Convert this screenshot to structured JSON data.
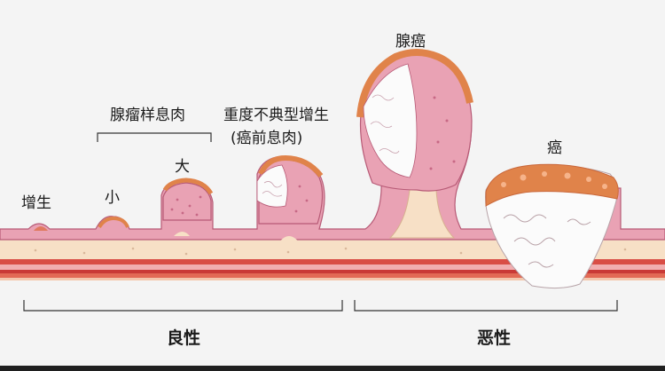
{
  "labels": {
    "hyperplasia": "增生",
    "adenomatous_polyp": "腺瘤样息肉",
    "small": "小",
    "large": "大",
    "severe_dysplasia": "重度不典型增生",
    "precancerous_polyp": "(癌前息肉)",
    "adenocarcinoma": "腺癌",
    "carcinoma": "癌",
    "benign": "良性",
    "malignant": "恶性"
  },
  "colors": {
    "background": "#f4f4f4",
    "mucosa": "#e9a2b4",
    "mucosa_edge": "#b75a76",
    "submucosa": "#f7e0c6",
    "muscle_red": "#cc3e3a",
    "muscle_pink": "#f1aeb0",
    "tumor_orange": "#e0834a",
    "necrosis_white": "#fbfbfb"
  }
}
